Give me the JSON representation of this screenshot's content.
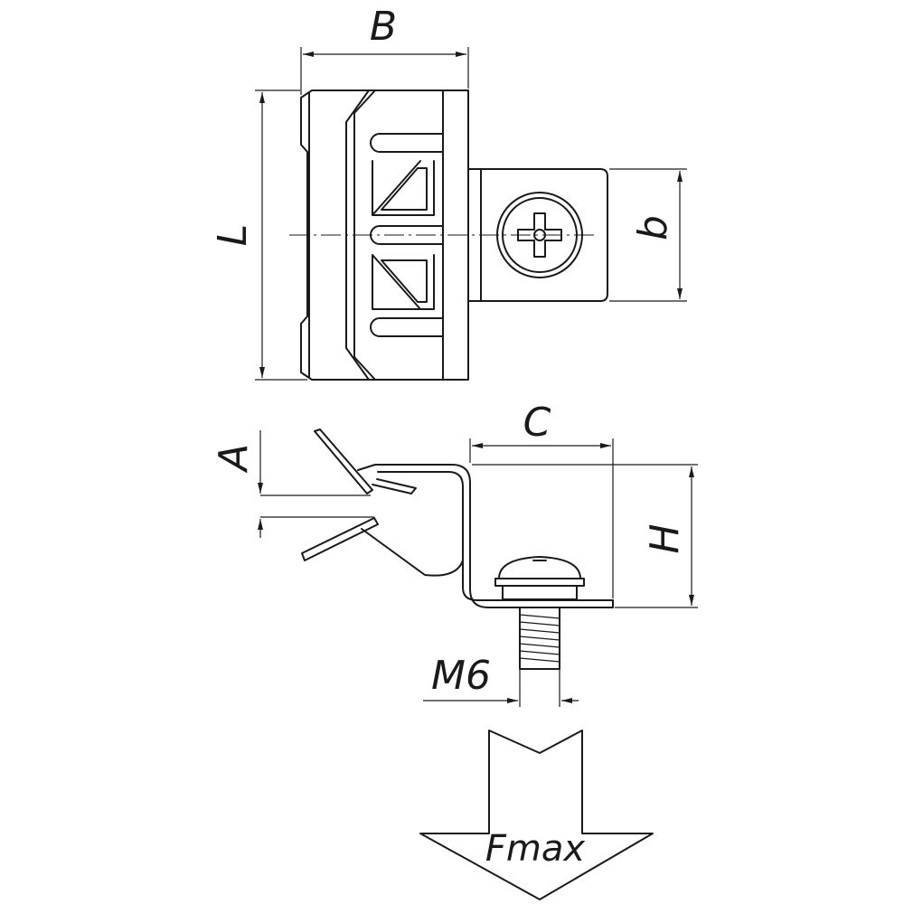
{
  "dimensions": {
    "B": "B",
    "L": "L",
    "b": "b",
    "C": "C",
    "A": "A",
    "H": "H",
    "thread": "M6"
  },
  "load_arrow": {
    "label": "Fmax"
  }
}
